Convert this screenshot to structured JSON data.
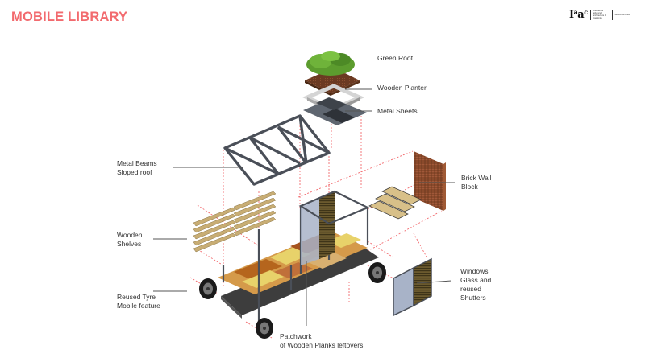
{
  "title": "MOBILE LIBRARY",
  "logo": {
    "mark": "Iaac",
    "subtitle": "Institute for advanced architecture of Catalonia",
    "city": "BARCELONA"
  },
  "colors": {
    "title": "#f26a6e",
    "guide": "#f26a6e",
    "label": "#333333",
    "leader": "#555555",
    "frame": "#4a4f58",
    "wood_light": "#d8c089",
    "wood_dark": "#b5651d",
    "plank_yellow": "#e8d26a",
    "brick": "#8b4a2b",
    "glass": "#a8b3c8",
    "foliage": "#5c9c2e",
    "soil": "#6b3a22",
    "asphalt": "#3d3d3d"
  },
  "labels": [
    {
      "id": "green-roof",
      "lines": [
        "Green Roof"
      ]
    },
    {
      "id": "wooden-planter",
      "lines": [
        "Wooden Planter"
      ]
    },
    {
      "id": "metal-sheets",
      "lines": [
        "Metal Sheets"
      ]
    },
    {
      "id": "metal-beams",
      "lines": [
        "Metal Beams",
        "Sloped roof"
      ]
    },
    {
      "id": "brick-wall",
      "lines": [
        "Brick Wall",
        "Block"
      ]
    },
    {
      "id": "wooden-shelves",
      "lines": [
        "Wooden",
        "Shelves"
      ]
    },
    {
      "id": "windows",
      "lines": [
        "Windows",
        "Glass and",
        "reused",
        "Shutters"
      ]
    },
    {
      "id": "reused-tyre",
      "lines": [
        "Reused Tyre",
        "Mobile feature"
      ]
    },
    {
      "id": "patchwork",
      "lines": [
        "Patchwork",
        "of Wooden Planks leftovers"
      ]
    }
  ]
}
